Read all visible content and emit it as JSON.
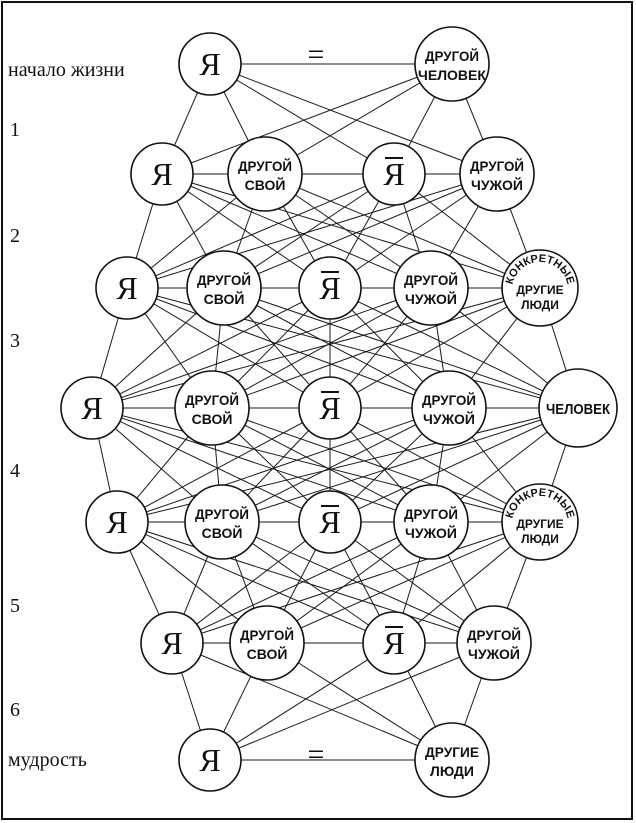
{
  "side_labels": {
    "start": "начало жизни",
    "stage_1": "1",
    "stage_2": "2",
    "stage_3": "3",
    "stage_4": "4",
    "stage_5": "5",
    "stage_6": "6",
    "end": "мудрость"
  },
  "equals_sign": "=",
  "nodes": {
    "self": "Я",
    "self_overline": "Я",
    "other_own": [
      "ДРУГОЙ",
      "СВОЙ"
    ],
    "other_alien": [
      "ДРУГОЙ",
      "ЧУЖОЙ"
    ],
    "other_person": [
      "ДРУГОЙ",
      "ЧЕЛОВЕК"
    ],
    "other_people": [
      "ДРУГИЕ",
      "ЛЮДИ"
    ],
    "concrete_top": "КОНКРЕТНЫЕ",
    "concrete_lines": [
      "ДРУГИЕ",
      "ЛЮДИ"
    ],
    "human": "ЧЕЛОВЕК"
  },
  "rows": [
    {
      "row": 0,
      "nodes": [
        "self",
        "other_person"
      ]
    },
    {
      "row": 1,
      "nodes": [
        "self",
        "other_own",
        "self_overline",
        "other_alien"
      ]
    },
    {
      "row": 2,
      "nodes": [
        "self",
        "other_own",
        "self_overline",
        "other_alien",
        "concrete"
      ]
    },
    {
      "row": 3,
      "nodes": [
        "self",
        "other_own",
        "self_overline",
        "other_alien",
        "human"
      ]
    },
    {
      "row": 4,
      "nodes": [
        "self",
        "other_own",
        "self_overline",
        "other_alien",
        "concrete"
      ]
    },
    {
      "row": 5,
      "nodes": [
        "self",
        "other_own",
        "self_overline",
        "other_alien"
      ]
    },
    {
      "row": 6,
      "nodes": [
        "self",
        "other_people"
      ]
    }
  ]
}
